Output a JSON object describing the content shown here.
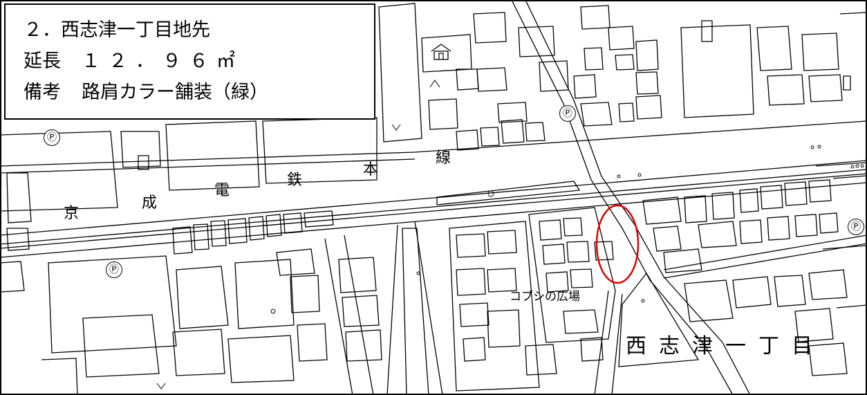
{
  "info_box": {
    "title": "２．西志津一丁目地先",
    "length_label": "延長",
    "length_value": "１２．９６㎡",
    "note_label": "備考",
    "note_value": "路肩カラー舗装（緑）"
  },
  "map": {
    "railway_chars": [
      "京",
      "成",
      "電",
      "鉄",
      "本",
      "線"
    ],
    "area_name": "西志津一丁目",
    "plaza_name": "コブシの広場",
    "parking_symbol": "Ⓟ",
    "site_marker_color": "#e00000",
    "line_color": "#000000"
  }
}
